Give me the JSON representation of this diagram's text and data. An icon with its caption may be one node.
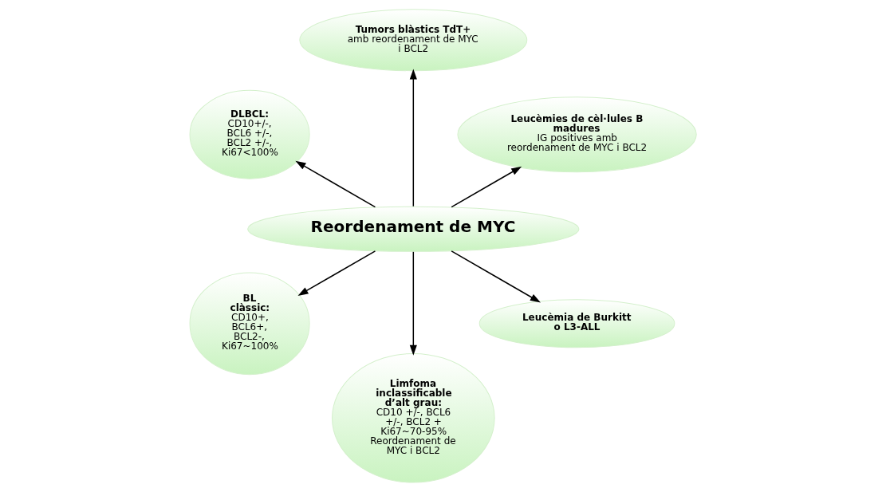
{
  "diagram": {
    "nodes": [
      {
        "text": [
          "Reordenament de MYC"
        ]
      },
      {
        "text": [
          "Leucèmies de cèl·lules B madures",
          "IG positives amb reordenament de MYC i BCL2"
        ]
      },
      {
        "text": [
          "Tumors blàstics TdT+",
          "amb reordenament de MYC i BCL2"
        ]
      },
      {
        "text": [
          "DLBCL:",
          "CD10+/-, BCL6 +/-, BCL2 +/-, Ki67<100%"
        ]
      },
      {
        "text": [
          "BL clàssic:",
          "CD10+, BCL6+, BCL2-, Ki67~100%"
        ]
      },
      {
        "text": [
          "Limfoma inclassificable d’alt grau:",
          "CD10 +/-, BCL6 +/-, BCL2 + Ki67~70-95% Reordenament de MYC i BCL2"
        ]
      },
      {
        "text": [
          "Leucèmia de Burkitt o L3-ALL"
        ]
      }
    ],
    "edges": [
      {
        "from": 0,
        "to": 1,
        "arrow": "to"
      },
      {
        "from": 0,
        "to": 2,
        "arrow": "to"
      },
      {
        "from": 0,
        "to": 3,
        "arrow": "to"
      },
      {
        "from": 0,
        "to": 4,
        "arrow": "to"
      },
      {
        "from": 0,
        "to": 5,
        "arrow": "to"
      },
      {
        "from": 0,
        "to": 6,
        "arrow": "to"
      }
    ]
  }
}
